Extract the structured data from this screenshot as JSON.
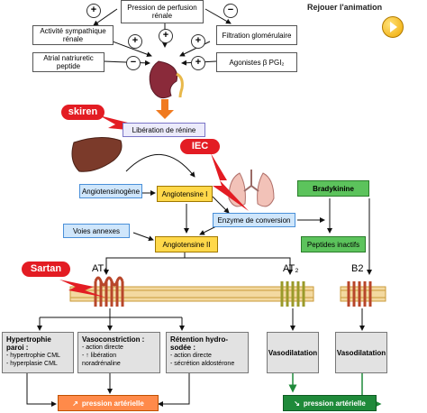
{
  "header": {
    "replay": "Rejouer l'animation"
  },
  "inputs": {
    "pression": "Pression de perfusion rénale",
    "sympathique": "Activité sympathique rénale",
    "filtration": "Filtration glomérulaire",
    "anp": "Atrial natriuretic peptide",
    "agonistes": "Agonistes β PGI₂"
  },
  "signs": {
    "plus": "+",
    "minus": "−"
  },
  "liberation": "Libération de rénine",
  "drugs": {
    "skiren": "skiren",
    "iec": "IEC",
    "sartan": "Sartan"
  },
  "nodes": {
    "angiotensinogene": "Angiotensinogène",
    "angiotensine1": "Angiotensine I",
    "enzyme": "Enzyme de conversion",
    "bradykinine": "Bradykinine",
    "voies": "Voies annexes",
    "angiotensine2": "Angiotensine II",
    "peptides": "Peptides inactifs"
  },
  "receptors": {
    "at1": "AT₁",
    "at2": "AT₂",
    "b2": "B2"
  },
  "effects": {
    "hypertrophie": {
      "title": "Hypertrophie paroi :",
      "lines": [
        "- hypertrophie CML",
        "- hyperplasie CML"
      ]
    },
    "vasoconstriction": {
      "title": "Vasoconstriction :",
      "lines": [
        "- action directe",
        "- ↑ libération noradrénaline"
      ]
    },
    "retention": {
      "title": "Rétention hydro-sodée :",
      "lines": [
        "- action directe",
        "- sécrétion aldostérone"
      ]
    },
    "vasodilatation1": "Vasodilatation",
    "vasodilatation2": "Vasodilatation"
  },
  "outcomes": {
    "up": {
      "arrow": "↗",
      "text": "pression artérielle"
    },
    "down": {
      "arrow": "↘",
      "text": "pression artérielle"
    }
  }
}
